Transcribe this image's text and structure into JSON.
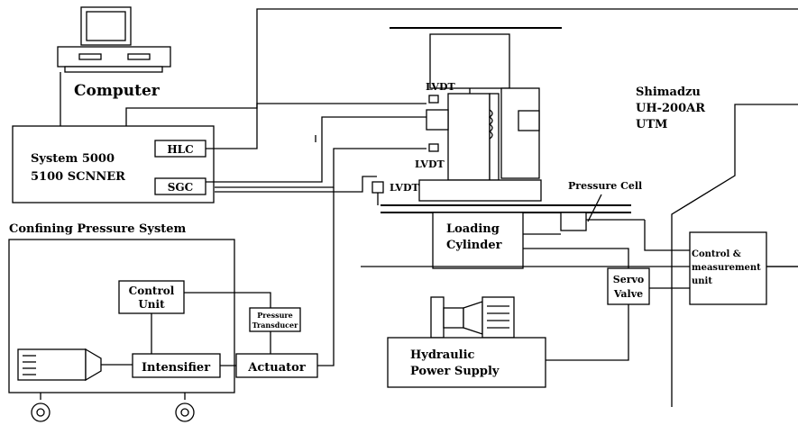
{
  "labels": {
    "computer": "Computer",
    "system_line1": "System 5000",
    "system_line2": "5100 SCNNER",
    "hlc": "HLC",
    "sgc": "SGC",
    "lvdt_top": "LVDT",
    "lvdt_mid": "LVDT",
    "lvdt_low": "LVDT",
    "shimadzu_line1": "Shimadzu",
    "shimadzu_line2": "UH-200AR",
    "shimadzu_line3": "UTM",
    "pressure_cell": "Pressure Cell",
    "loading_line1": "Loading",
    "loading_line2": "Cylinder",
    "confining": "Confining Pressure System",
    "control_line1": "Control",
    "control_line2": "Unit",
    "transducer_line1": "Pressure",
    "transducer_line2": "Transducer",
    "intensifier": "Intensifier",
    "actuator": "Actuator",
    "servo_line1": "Servo",
    "servo_line2": "Valve",
    "hydraulic_line1": "Hydraulic",
    "hydraulic_line2": "Power Supply",
    "cmu_line1": "Control &",
    "cmu_line2": "measurement",
    "cmu_line3": "unit"
  }
}
